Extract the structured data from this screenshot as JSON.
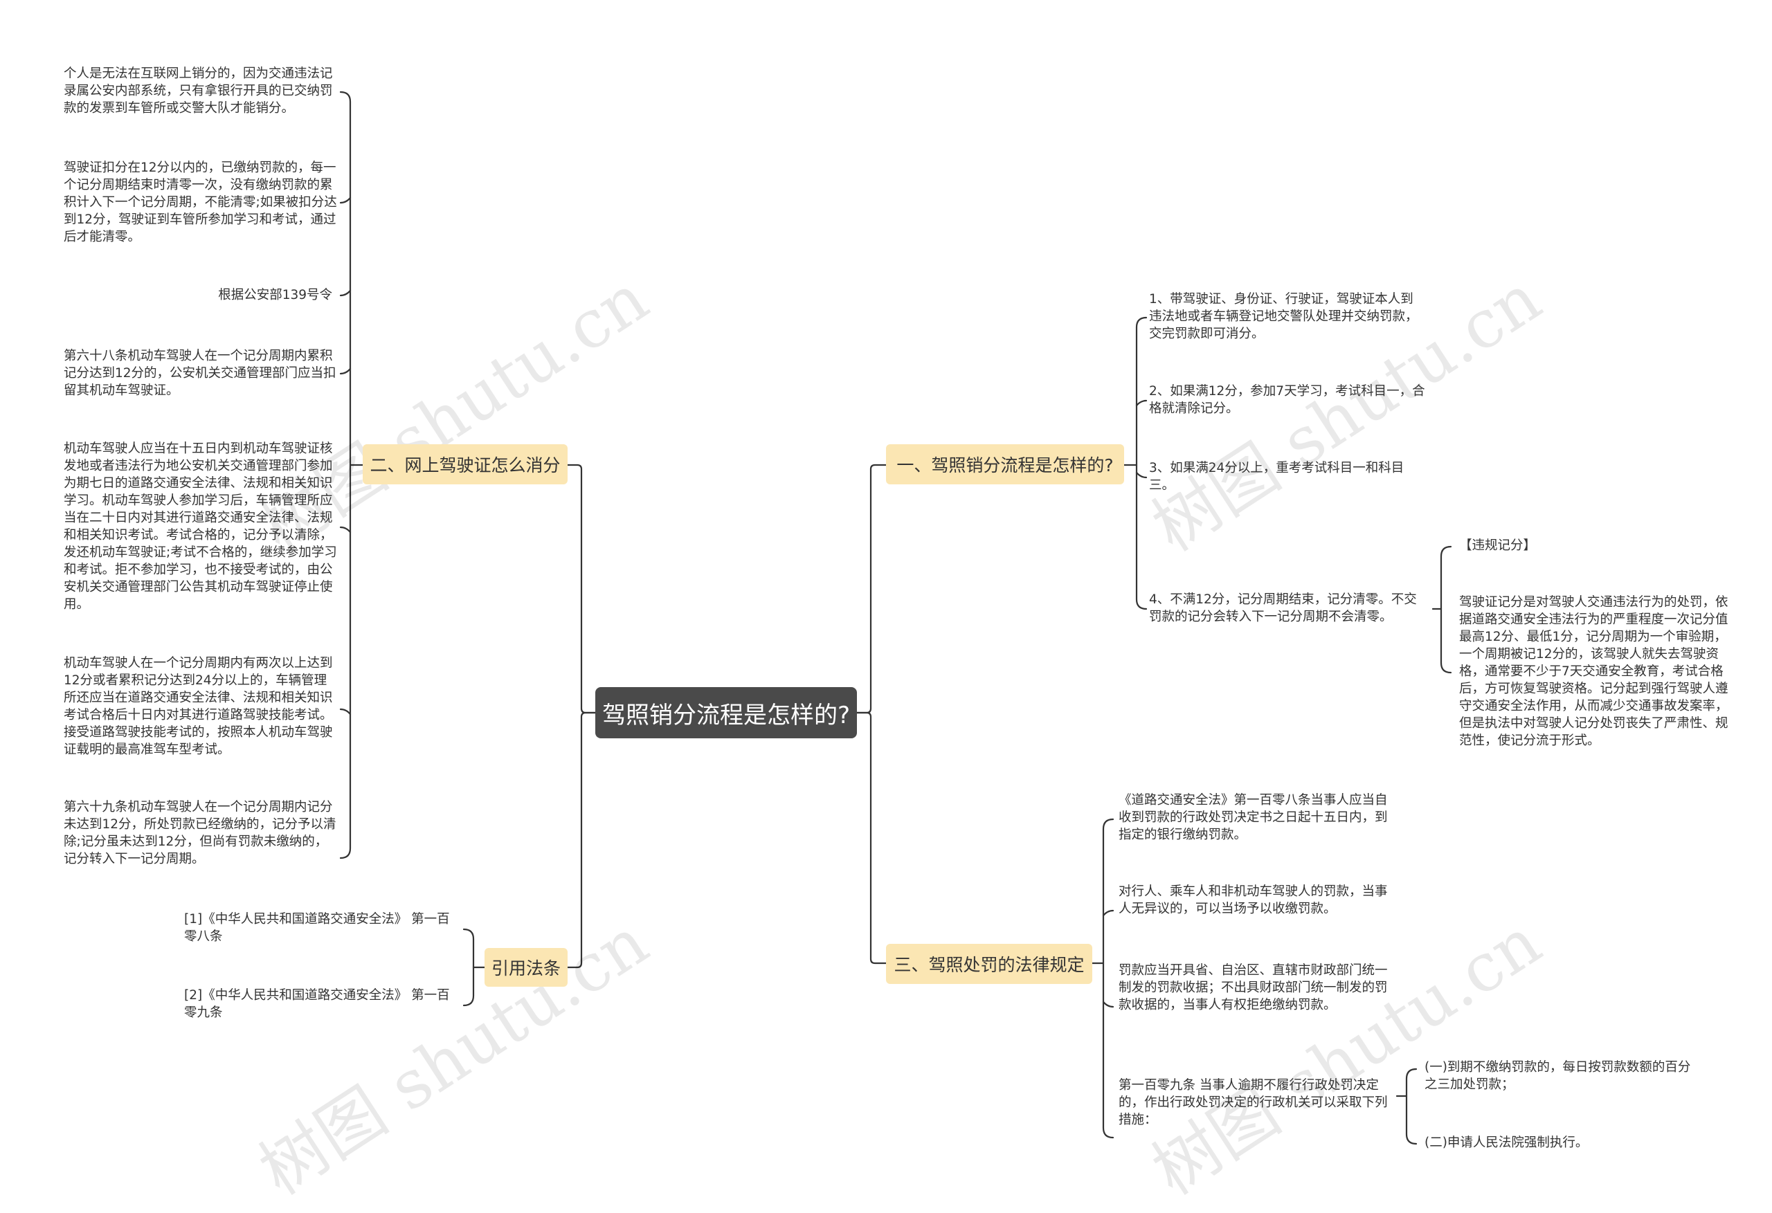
{
  "root": {
    "title": "驾照销分流程是怎样的?"
  },
  "left": {
    "online": {
      "label": "二、网上驾驶证怎么消分",
      "items": [
        "个人是无法在互联网上销分的，因为交通违法记录属公安内部系统，只有拿银行开具的已交纳罚款的发票到车管所或交警大队才能销分。",
        "驾驶证扣分在12分以内的，已缴纳罚款的，每一个记分周期结束时清零一次，没有缴纳罚款的累积计入下一个记分周期，不能清零;如果被扣分达到12分，驾驶证到车管所参加学习和考试，通过后才能清零。",
        "根据公安部139号令",
        "第六十八条机动车驾驶人在一个记分周期内累积记分达到12分的，公安机关交通管理部门应当扣留其机动车驾驶证。",
        "机动车驾驶人应当在十五日内到机动车驾驶证核发地或者违法行为地公安机关交通管理部门参加为期七日的道路交通安全法律、法规和相关知识学习。机动车驾驶人参加学习后，车辆管理所应当在二十日内对其进行道路交通安全法律、法规和相关知识考试。考试合格的，记分予以清除，发还机动车驾驶证;考试不合格的，继续参加学习和考试。拒不参加学习，也不接受考试的，由公安机关交通管理部门公告其机动车驾驶证停止使用。",
        "机动车驾驶人在一个记分周期内有两次以上达到12分或者累积记分达到24分以上的，车辆管理所还应当在道路交通安全法律、法规和相关知识考试合格后十日内对其进行道路驾驶技能考试。接受道路驾驶技能考试的，按照本人机动车驾驶证载明的最高准驾车型考试。",
        "第六十九条机动车驾驶人在一个记分周期内记分未达到12分，所处罚款已经缴纳的，记分予以清除;记分虽未达到12分，但尚有罚款未缴纳的，记分转入下一记分周期。"
      ]
    },
    "refs": {
      "label": "引用法条",
      "items": [
        "[1]《中华人民共和国道路交通安全法》 第一百零八条",
        "[2]《中华人民共和国道路交通安全法》 第一百零九条"
      ]
    }
  },
  "right": {
    "process": {
      "label": "一、驾照销分流程是怎样的?",
      "items": [
        "1、带驾驶证、身份证、行驶证，驾驶证本人到违法地或者车辆登记地交警队处理并交纳罚款，交完罚款即可消分。",
        "2、如果满12分，参加7天学习，考试科目一，合格就清除记分。",
        "3、如果满24分以上，重考考试科目一和科目三。",
        "4、不满12分，记分周期结束，记分清零。不交罚款的记分会转入下一记分周期不会清零。"
      ],
      "sub": [
        "【违规记分】",
        "驾驶证记分是对驾驶人交通违法行为的处罚，依据道路交通安全违法行为的严重程度一次记分值最高12分、最低1分，记分周期为一个审验期，一个周期被记12分的，该驾驶人就失去驾驶资格，通常要不少于7天交通安全教育，考试合格后，方可恢复驾驶资格。记分起到强行驾驶人遵守交通安全法作用，从而减少交通事故发案率，但是执法中对驾驶人记分处罚丧失了严肃性、规范性，使记分流于形式。"
      ]
    },
    "law": {
      "label": "三、驾照处罚的法律规定",
      "items": [
        "《道路交通安全法》第一百零八条当事人应当自收到罚款的行政处罚决定书之日起十五日内，到指定的银行缴纳罚款。",
        "对行人、乘车人和非机动车驾驶人的罚款，当事人无异议的，可以当场予以收缴罚款。",
        "罚款应当开具省、自治区、直辖市财政部门统一制发的罚款收据；不出具财政部门统一制发的罚款收据的，当事人有权拒绝缴纳罚款。",
        "第一百零九条 当事人逾期不履行行政处罚决定的，作出行政处罚决定的行政机关可以采取下列措施："
      ],
      "sub": [
        "(一)到期不缴纳罚款的，每日按罚款数额的百分之三加处罚款；",
        "(二)申请人民法院强制执行。"
      ]
    }
  },
  "watermark": "树图 shutu.cn",
  "colors": {
    "root": "#4a4a4a",
    "branch": "#fbe6b3",
    "line": "#333333"
  }
}
